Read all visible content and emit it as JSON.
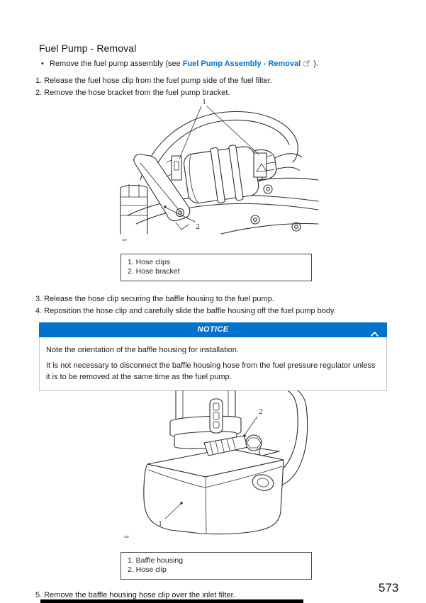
{
  "page": {
    "title": "Fuel Pump - Removal",
    "page_number": "573"
  },
  "colors": {
    "accent_blue": "#0072ce",
    "link_blue": "#0072ce",
    "banner_text": "#ffffff",
    "line_art": "#2d2d2d"
  },
  "icons": {
    "list_bullet": "•",
    "external_link_icon": "open-in-new",
    "notice_collapse_icon": "chevron-up"
  },
  "intro_bullet": {
    "pre": "Remove the fuel pump assembly (see",
    "link": "Fuel Pump Assembly - Removal",
    "post": ")."
  },
  "steps": {
    "s1": "1. Release the fuel hose clip from the fuel pump side of the fuel filter.",
    "s2": "2. Remove the hose bracket from the fuel pump bracket.",
    "s3": "3. Release the hose clip securing the baffle housing to the fuel pump.",
    "s4": "4. Reposition the hose clip and carefully slide the baffle housing off the fuel pump body.",
    "s5": "5. Remove the baffle housing hose clip over the inlet filter."
  },
  "figure1": {
    "description": "fuel filter and hose bracket on fuel pump mounting plate",
    "callouts": {
      "c1": "1",
      "c2": "2"
    },
    "watermark": "cw",
    "legend": [
      "1. Hose clips",
      "2. Hose bracket"
    ]
  },
  "figure2": {
    "description": "baffle housing and hose clip on fuel pump body",
    "callouts": {
      "c1": "1",
      "c2": "2"
    },
    "watermark": "cw",
    "legend": [
      "1. Baffle housing",
      "2. Hose clip"
    ]
  },
  "notice": {
    "title": "NOTICE",
    "paragraphs": [
      "Note the orientation of the baffle housing for installation.",
      "It is not necessary to disconnect the baffle housing hose from the fuel pressure regulator unless it is to be removed at the same time as the fuel pump."
    ]
  }
}
